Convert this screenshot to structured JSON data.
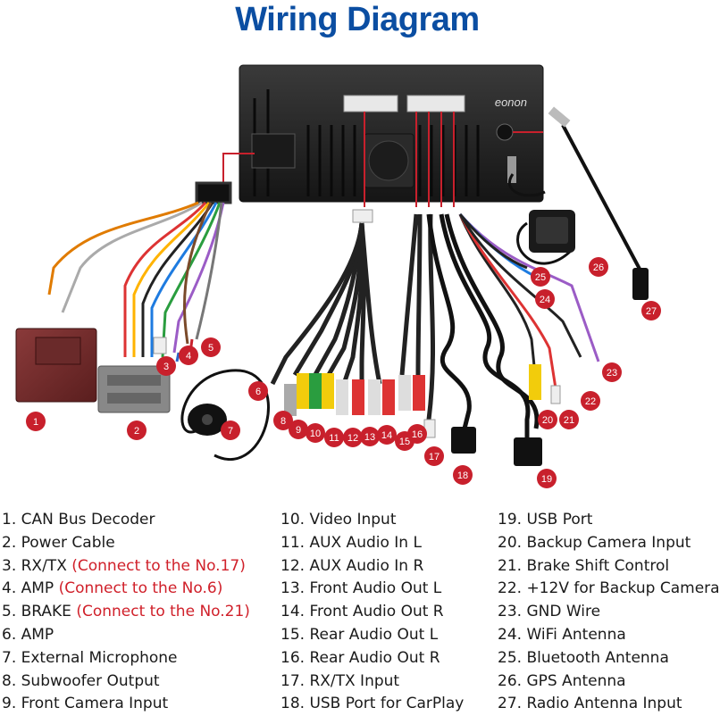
{
  "title": "Wiring Diagram",
  "brand_logo": "eonon",
  "colors": {
    "title": "#0b4ea2",
    "callout": "#c8202c",
    "note": "#d0202a"
  },
  "markers": [
    "1",
    "2",
    "3",
    "4",
    "5",
    "6",
    "7",
    "8",
    "9",
    "10",
    "11",
    "12",
    "13",
    "14",
    "15",
    "16",
    "17",
    "18",
    "19",
    "20",
    "21",
    "22",
    "23",
    "24",
    "25",
    "26",
    "27"
  ],
  "legend": [
    [
      {
        "text": "1. CAN Bus Decoder",
        "note": ""
      },
      {
        "text": "2. Power Cable",
        "note": ""
      },
      {
        "text": "3. RX/TX ",
        "note": "(Connect to the No.17)"
      },
      {
        "text": "4. AMP ",
        "note": "(Connect to the No.6)"
      },
      {
        "text": "5. BRAKE ",
        "note": "(Connect to the No.21)"
      },
      {
        "text": "6. AMP",
        "note": ""
      },
      {
        "text": "7. External Microphone",
        "note": ""
      },
      {
        "text": "8. Subwoofer Output",
        "note": ""
      },
      {
        "text": "9. Front Camera Input",
        "note": ""
      }
    ],
    [
      {
        "text": "10. Video Input",
        "note": ""
      },
      {
        "text": "11. AUX Audio In L",
        "note": ""
      },
      {
        "text": "12. AUX Audio In R",
        "note": ""
      },
      {
        "text": "13. Front Audio Out L",
        "note": ""
      },
      {
        "text": "14. Front Audio Out R",
        "note": ""
      },
      {
        "text": "15. Rear Audio Out L",
        "note": ""
      },
      {
        "text": "16. Rear Audio Out R",
        "note": ""
      },
      {
        "text": "17. RX/TX Input",
        "note": ""
      },
      {
        "text": "18. USB Port for CarPlay",
        "note": ""
      }
    ],
    [
      {
        "text": "19. USB Port",
        "note": ""
      },
      {
        "text": "20. Backup Camera Input",
        "note": ""
      },
      {
        "text": "21. Brake Shift Control",
        "note": ""
      },
      {
        "text": "22. +12V for Backup Camera",
        "note": ""
      },
      {
        "text": "23. GND Wire",
        "note": ""
      },
      {
        "text": "24. WiFi Antenna",
        "note": ""
      },
      {
        "text": "25. Bluetooth Antenna",
        "note": ""
      },
      {
        "text": "26. GPS Antenna",
        "note": ""
      },
      {
        "text": "27. Radio Antenna Input",
        "note": ""
      }
    ]
  ]
}
